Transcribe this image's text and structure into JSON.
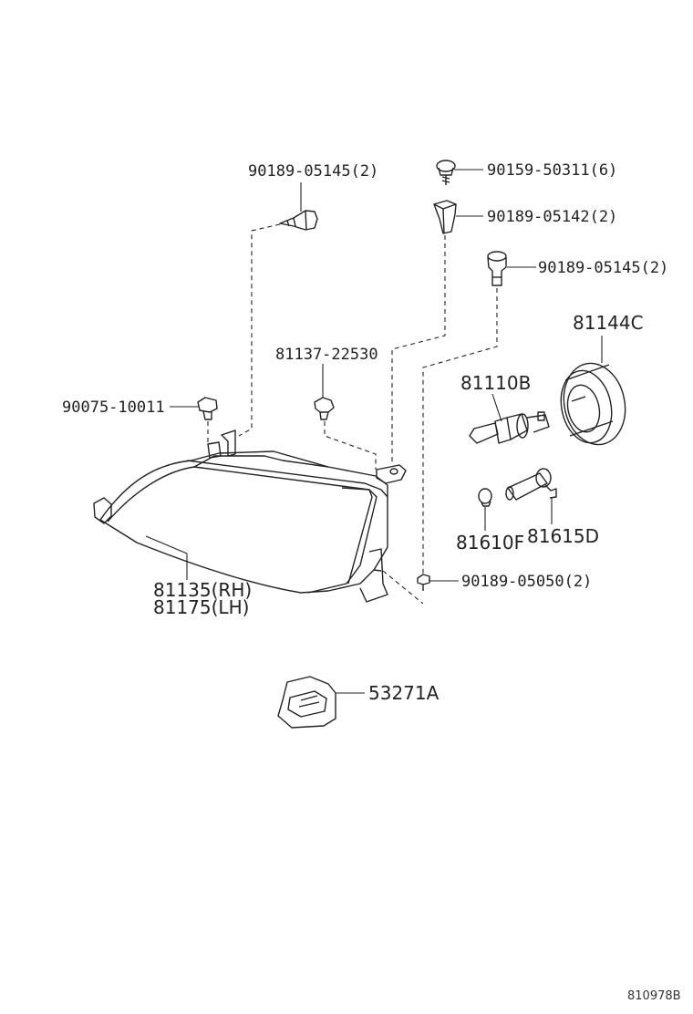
{
  "diagram": {
    "labels": {
      "screw_top_left": "90189-05145(2)",
      "screw_top_center": "90159-50311(6)",
      "nut_top_center": "90189-05142(2)",
      "screw_right": "90189-05145(2)",
      "socket_cover": "81144C",
      "clip_mid": "81137-22530",
      "bulb_main": "81110B",
      "bolt_left": "90075-10011",
      "bulb_small": "81610F",
      "socket_small": "81615D",
      "screw_bottom": "90189-05050(2)",
      "headlamp_rh": "81135(RH)",
      "headlamp_lh": "81175(LH)",
      "bracket": "53271A",
      "figure_code": "810978B"
    }
  }
}
